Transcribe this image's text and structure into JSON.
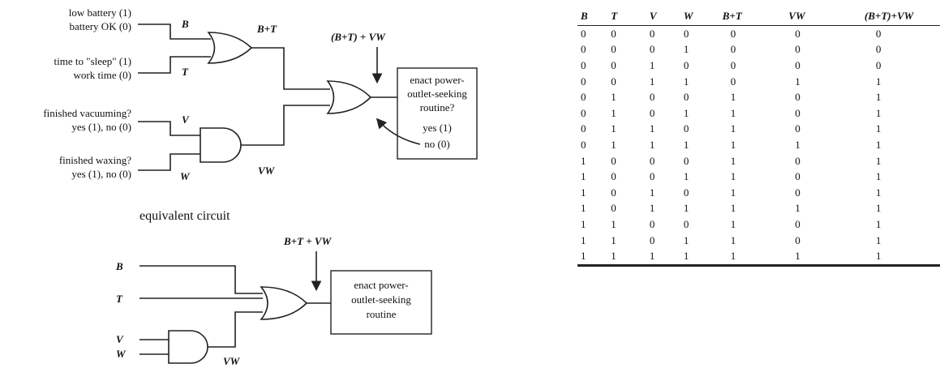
{
  "diagram": {
    "input_b_high": "low battery (1)",
    "input_b_low": "battery OK (0)",
    "input_t_high": "time to \"sleep\" (1)",
    "input_t_low": "work time (0)",
    "input_v_question": "finished vacuuming?",
    "input_v_values": "yes (1), no (0)",
    "input_w_question": "finished waxing?",
    "input_w_values": "yes (1), no (0)",
    "var_b": "B",
    "var_t": "T",
    "var_v": "V",
    "var_w": "W",
    "label_b_plus_t": "B+T",
    "label_vw": "VW",
    "label_output": "(B+T) + VW",
    "output_box": [
      "enact power-",
      "outlet-seeking",
      "routine?",
      "yes (1)",
      "no (0)"
    ],
    "equivalent_title": "equivalent circuit",
    "eq_output_label": "B+T + VW",
    "eq_output_box": [
      "enact power-",
      "outlet-seeking",
      "routine"
    ],
    "eq_vw_label": "VW"
  },
  "truth_table": {
    "headers": [
      "B",
      "T",
      "V",
      "W",
      "B+T",
      "VW",
      "(B+T)+VW"
    ],
    "rows": [
      [
        "0",
        "0",
        "0",
        "0",
        "0",
        "0",
        "0"
      ],
      [
        "0",
        "0",
        "0",
        "1",
        "0",
        "0",
        "0"
      ],
      [
        "0",
        "0",
        "1",
        "0",
        "0",
        "0",
        "0"
      ],
      [
        "0",
        "0",
        "1",
        "1",
        "0",
        "1",
        "1"
      ],
      [
        "0",
        "1",
        "0",
        "0",
        "1",
        "0",
        "1"
      ],
      [
        "0",
        "1",
        "0",
        "1",
        "1",
        "0",
        "1"
      ],
      [
        "0",
        "1",
        "1",
        "0",
        "1",
        "0",
        "1"
      ],
      [
        "0",
        "1",
        "1",
        "1",
        "1",
        "1",
        "1"
      ],
      [
        "1",
        "0",
        "0",
        "0",
        "1",
        "0",
        "1"
      ],
      [
        "1",
        "0",
        "0",
        "1",
        "1",
        "0",
        "1"
      ],
      [
        "1",
        "0",
        "1",
        "0",
        "1",
        "0",
        "1"
      ],
      [
        "1",
        "0",
        "1",
        "1",
        "1",
        "1",
        "1"
      ],
      [
        "1",
        "1",
        "0",
        "0",
        "1",
        "0",
        "1"
      ],
      [
        "1",
        "1",
        "0",
        "1",
        "1",
        "0",
        "1"
      ],
      [
        "1",
        "1",
        "1",
        "1",
        "1",
        "1",
        "1"
      ]
    ]
  }
}
